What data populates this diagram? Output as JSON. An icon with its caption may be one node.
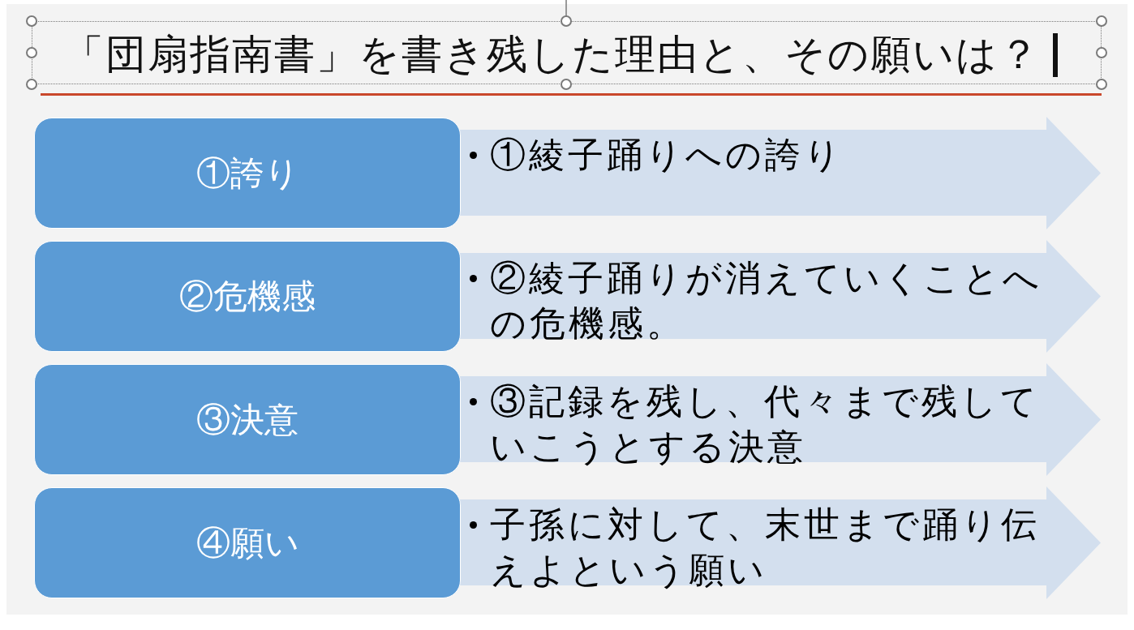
{
  "diagram": {
    "title": "「団扇指南書」を書き残した理由と、その願いは？",
    "nodes": [
      {
        "text": [
          "①誇り"
        ]
      },
      {
        "text": [
          "①綾子踊りへの誇り"
        ]
      },
      {
        "text": [
          "②危機感"
        ]
      },
      {
        "text": [
          "②綾子踊りが消えていくことへの危機感。"
        ]
      },
      {
        "text": [
          "③決意"
        ]
      },
      {
        "text": [
          "③記録を残し、代々まで残していこうとする決意"
        ]
      },
      {
        "text": [
          "④願い"
        ]
      },
      {
        "text": [
          "子孫に対して、末世まで踊り伝えよという願い"
        ]
      }
    ]
  }
}
